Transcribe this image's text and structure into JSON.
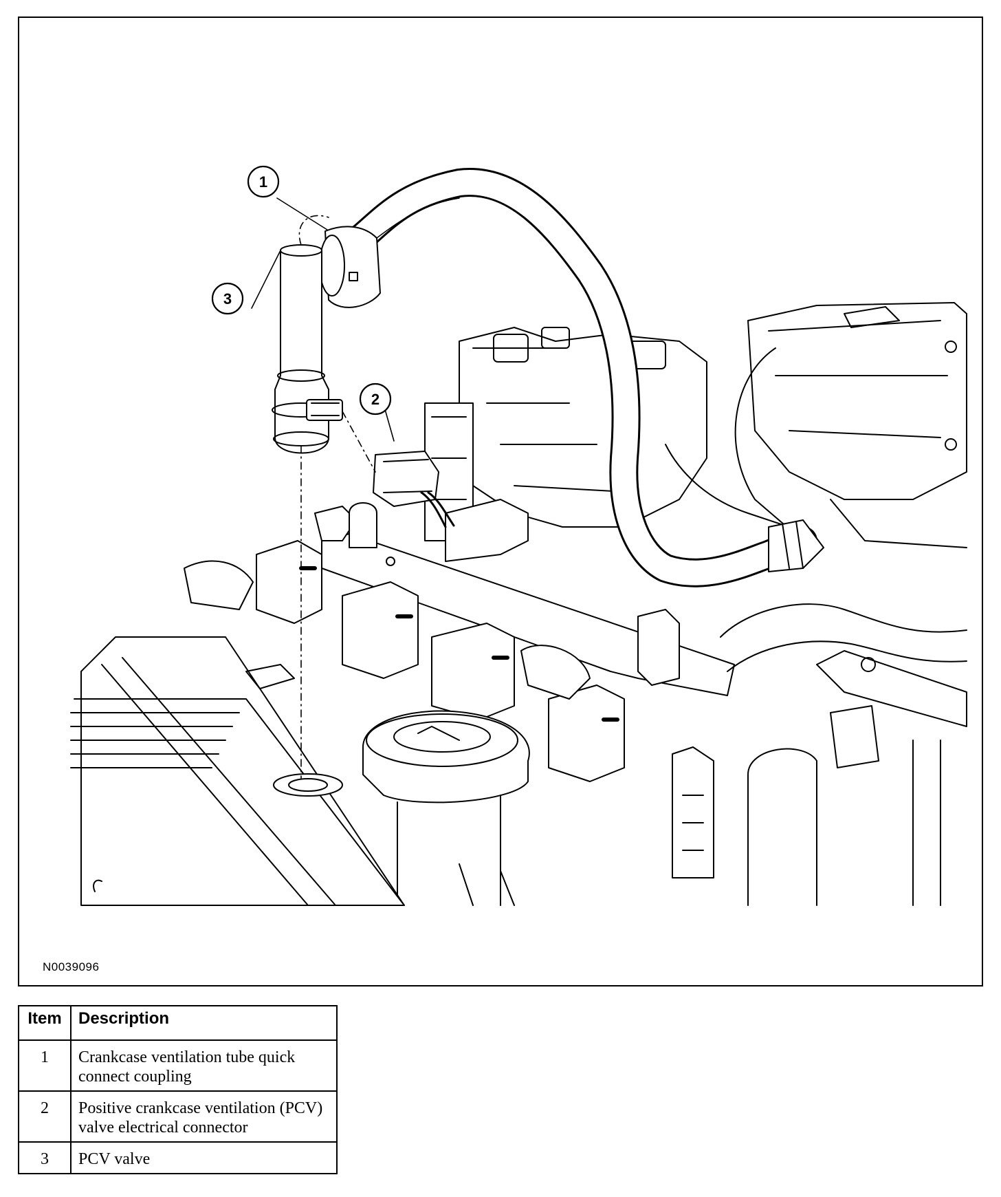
{
  "figure": {
    "id": "N0039096",
    "callouts": [
      "1",
      "2",
      "3"
    ]
  },
  "legend": {
    "headers": {
      "item": "Item",
      "description": "Description"
    },
    "rows": [
      {
        "item": "1",
        "description": "Crankcase ventilation tube quick connect coupling"
      },
      {
        "item": "2",
        "description": "Positive crankcase ventilation (PCV) valve electrical connector"
      },
      {
        "item": "3",
        "description": "PCV valve"
      }
    ]
  }
}
